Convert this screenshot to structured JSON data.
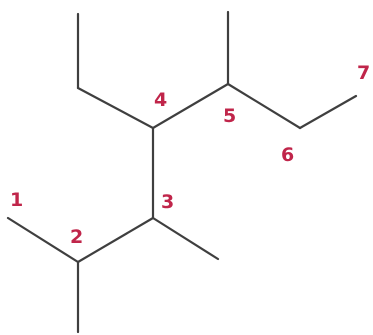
{
  "colors": {
    "bond": "#3f3f3f",
    "label": "#c0254a",
    "background": "#ffffff"
  },
  "labels": {
    "c1": "1",
    "c2": "2",
    "c3": "3",
    "c4": "4",
    "c5": "5",
    "c6": "6",
    "c7": "7"
  }
}
